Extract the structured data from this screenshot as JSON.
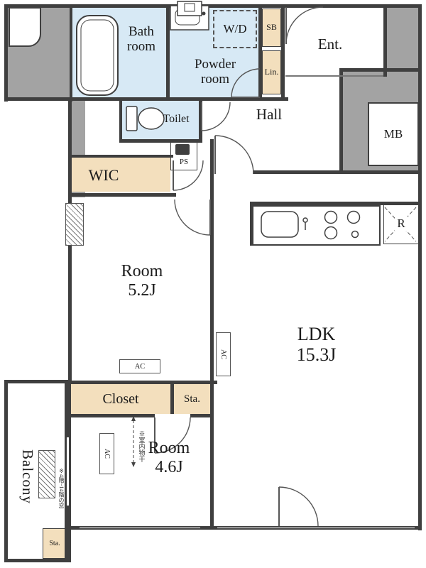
{
  "rooms": {
    "bath": {
      "label": "Bath room"
    },
    "powder": {
      "label": "Powder room"
    },
    "wd": {
      "label": "W/D"
    },
    "sb": {
      "label": "SB"
    },
    "lin": {
      "label": "Lin."
    },
    "ent": {
      "label": "Ent."
    },
    "hall": {
      "label": "Hall"
    },
    "toilet": {
      "label": "Toilet"
    },
    "mb": {
      "label": "MB"
    },
    "ps": {
      "label": "PS"
    },
    "wic": {
      "label": "WIC"
    },
    "fridge": {
      "label": "R"
    },
    "room52": {
      "name": "Room",
      "size": "5.2J"
    },
    "ldk": {
      "name": "LDK",
      "size": "15.3J"
    },
    "closet": {
      "label": "Closet"
    },
    "sta_upper": {
      "label": "Sta."
    },
    "room46": {
      "name": "Room",
      "size": "4.6J"
    },
    "balcony": {
      "label": "Balcony"
    },
    "sta_lower": {
      "label": "Sta."
    }
  },
  "annotations": {
    "ac": "AC",
    "indoor_drying": "※室内物干",
    "window_note": "※4階~14階の窓"
  },
  "colors": {
    "wall": "#3f3f3f",
    "common_area": "#a3a3a3",
    "wet_area": "#d7e9f5",
    "storage_area": "#f3dfbd"
  }
}
